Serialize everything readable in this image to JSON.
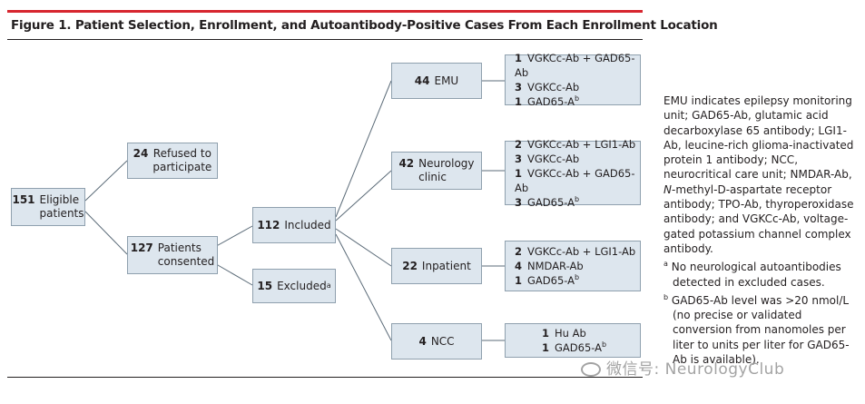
{
  "figure": {
    "title": "Figure 1. Patient Selection, Enrollment, and Autoantibody-Positive Cases From Each Enrollment Location"
  },
  "nodes": {
    "eligible": {
      "count": "151",
      "line1": "Eligible",
      "line2": "patients"
    },
    "refused": {
      "count": "24",
      "line1": "Refused to",
      "line2": "participate"
    },
    "consented": {
      "count": "127",
      "line1": "Patients",
      "line2": "consented"
    },
    "included": {
      "count": "112",
      "label": "Included"
    },
    "excluded": {
      "count": "15",
      "label": "Excluded",
      "sup": "a"
    },
    "emu": {
      "count": "44",
      "label": "EMU"
    },
    "neuro": {
      "count": "42",
      "line1": "Neurology",
      "line2": "clinic"
    },
    "inpatient": {
      "count": "22",
      "label": "Inpatient"
    },
    "ncc": {
      "count": "4",
      "label": "NCC"
    }
  },
  "lists": {
    "emu": [
      {
        "n": "1",
        "t": "VGKCc-Ab + GAD65-Ab",
        "sup": ""
      },
      {
        "n": "3",
        "t": "VGKCc-Ab",
        "sup": ""
      },
      {
        "n": "1",
        "t": "GAD65-A",
        "sup": "b"
      }
    ],
    "neuro": [
      {
        "n": "2",
        "t": "VGKCc-Ab + LGI1-Ab",
        "sup": ""
      },
      {
        "n": "3",
        "t": "VGKCc-Ab",
        "sup": ""
      },
      {
        "n": "1",
        "t": "VGKCc-Ab + GAD65-Ab",
        "sup": ""
      },
      {
        "n": "3",
        "t": "GAD65-A",
        "sup": "b"
      }
    ],
    "inpatient": [
      {
        "n": "2",
        "t": "VGKCc-Ab + LGI1-Ab",
        "sup": ""
      },
      {
        "n": "4",
        "t": "NMDAR-Ab",
        "sup": ""
      },
      {
        "n": "1",
        "t": "GAD65-A",
        "sup": "b"
      }
    ],
    "ncc": [
      {
        "n": "1",
        "t": "Hu Ab",
        "sup": ""
      },
      {
        "n": "1",
        "t": "GAD65-A",
        "sup": "b"
      }
    ]
  },
  "legend": {
    "abbr_1": "EMU indicates epilepsy monitoring unit; GAD65-Ab, glutamic acid decarboxylase 65 antibody; LGI1-Ab, leucine-rich glioma-inactivated protein 1 antibody; NCC, neurocritical care unit; NMDAR-Ab, ",
    "abbr_italic": "N",
    "abbr_2": "-methyl-D-aspartate receptor antibody; TPO-Ab, thyroperoxidase antibody; and VGKCc-Ab, voltage-gated potassium channel complex antibody.",
    "fn_a_mark": "a",
    "fn_a": "No neurological autoantibodies detected in excluded cases.",
    "fn_b_mark": "b",
    "fn_b": "GAD65-Ab level was >20 nmol/L (no precise or validated conversion from nanomoles per liter to units per liter for GAD65-Ab is available)."
  },
  "watermark": {
    "text": "微信号: NeurologyClub"
  }
}
